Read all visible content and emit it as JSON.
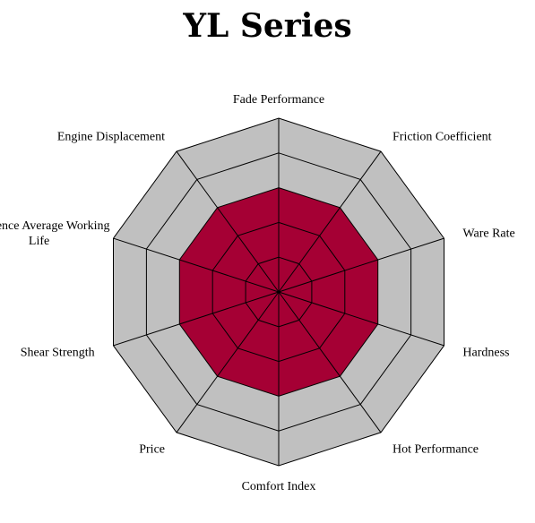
{
  "chart_data": {
    "type": "radar",
    "title": "YL Series",
    "categories": [
      "Fade Performance",
      "Friction Coefficient",
      "Ware Rate",
      "Hardness",
      "Hot  Performance",
      "Comfort Index",
      "Price",
      "Shear Strength",
      "Reference Average Working Life",
      "Engine Displacement"
    ],
    "values": [
      3,
      3,
      3,
      3,
      3,
      3,
      3,
      3,
      3,
      3
    ],
    "rlim": [
      0,
      5
    ],
    "rings": 5,
    "grid": true,
    "legend": "none"
  },
  "colors": {
    "series_fill": "#A50034",
    "grid_fill": "#C0C0C0",
    "grid_line": "#000000"
  }
}
